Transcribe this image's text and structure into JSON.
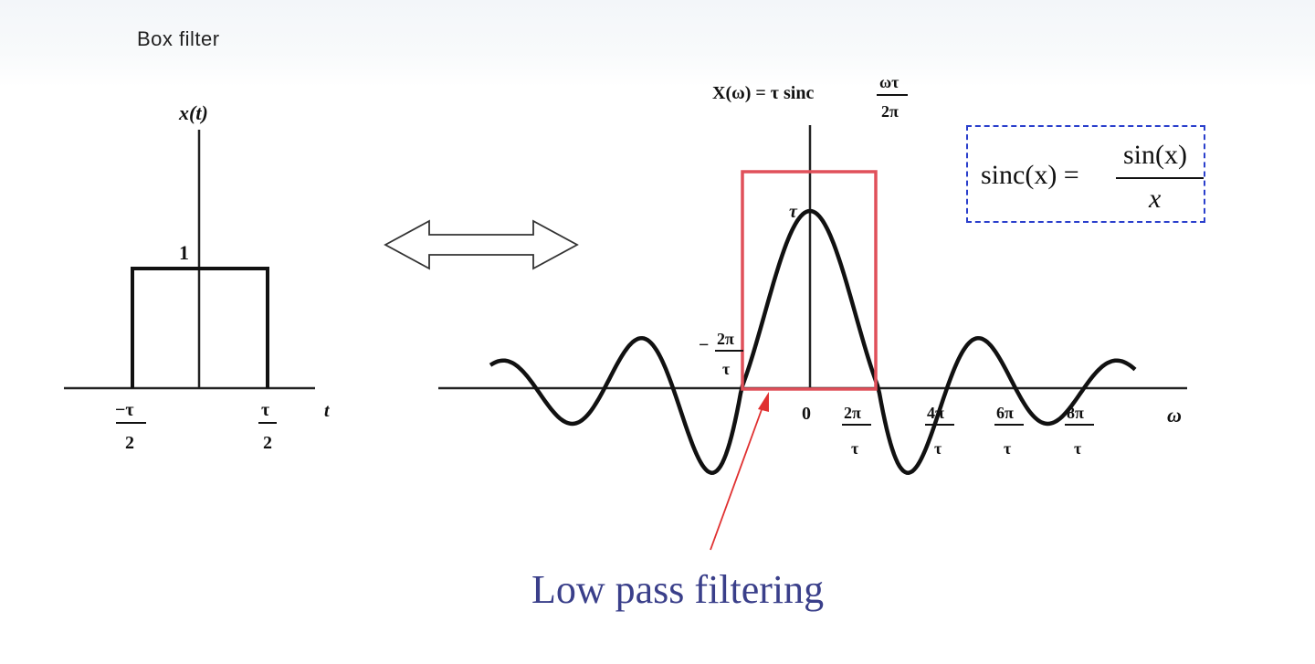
{
  "slide_title": "Box filter",
  "left_plot": {
    "y_axis_label": "x(t)",
    "level_label": "1",
    "x_axis_label": "t",
    "ticks": [
      {
        "num": "−τ",
        "den": "2"
      },
      {
        "num": "τ",
        "den": "2"
      }
    ]
  },
  "right_plot": {
    "y_axis_label_lhs": "X(ω) = τ sinc",
    "y_axis_label_frac_num": "ωτ",
    "y_axis_label_frac_den": "2π",
    "peak_label": "τ",
    "x_axis_label": "ω",
    "neg_tick": {
      "sign": "−",
      "num": "2π",
      "den": "τ"
    },
    "zero_label": "0",
    "ticks": [
      {
        "num": "2π",
        "den": "τ"
      },
      {
        "num": "4π",
        "den": "τ"
      },
      {
        "num": "6π",
        "den": "τ"
      },
      {
        "num": "8π",
        "den": "τ"
      }
    ]
  },
  "formula": {
    "lhs": "sinc(x) =",
    "numerator": "sin(x)",
    "denominator": "x"
  },
  "caption": "Low pass filtering",
  "colors": {
    "highlight_box": "#e0505a",
    "arrow": "#e03030",
    "caption": "#3a3f8a",
    "formula_border": "#2a3fcc"
  }
}
